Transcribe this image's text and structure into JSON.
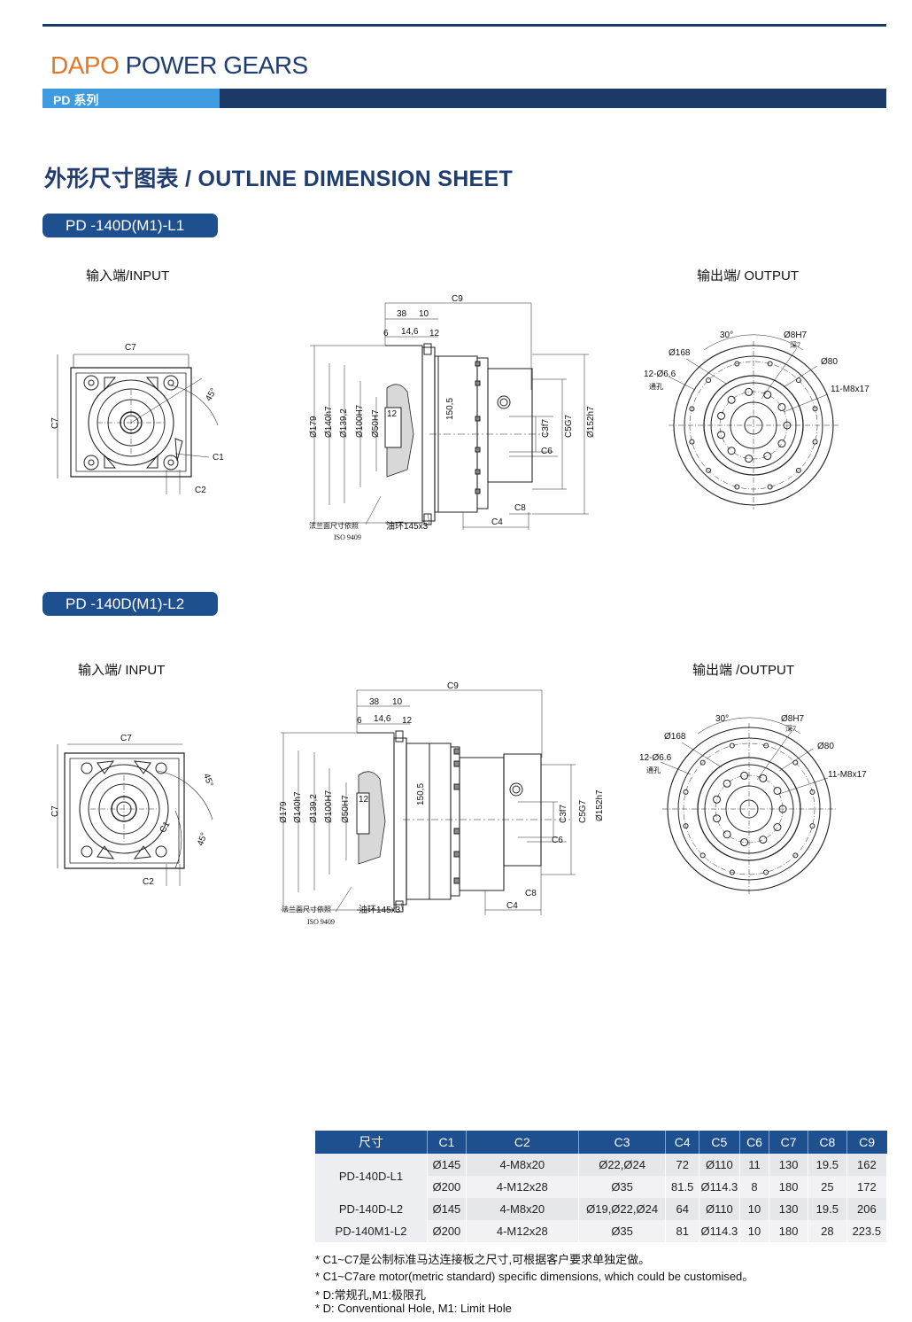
{
  "header": {
    "brand_part1": "DAPO",
    "brand_part2": " POWER GEARS",
    "series_label": "PD 系列",
    "colors": {
      "brand_orange": "#e0782a",
      "brand_navy": "#1f3d70",
      "accent_blue": "#3e9be0",
      "button_blue": "#1e4f8e"
    }
  },
  "title": "外形尺寸图表 / OUTLINE DIMENSION SHEET",
  "sections": [
    {
      "model": "PD -140D(M1)-L1",
      "input_label": "输入端/INPUT",
      "output_label": "输出端/ OUTPUT",
      "side_dims": {
        "c9": "C9",
        "d38": "38",
        "d10": "10",
        "d6": "6",
        "d14_6": "14,6",
        "d12": "12",
        "d12b": "12",
        "phi179": "Ø179",
        "phi140": "Ø140h7",
        "phi139_2": "Ø139,2",
        "phi100": "Ø100H7",
        "phi50": "Ø50H7",
        "d150_5": "150,5",
        "c3": "C3f7",
        "c5": "C5G7",
        "c6": "C6",
        "phi152": "Ø152h7",
        "c8": "C8",
        "c4": "C4",
        "flange_note": "法兰面尺寸依照",
        "iso": "ISO 9409",
        "oil_ring": "油环145x3"
      },
      "input_dims": {
        "c7_top": "C7",
        "c7_side": "C7",
        "a45": "45°",
        "c1": "C1",
        "c2": "C2"
      },
      "output_dims": {
        "a30": "30°",
        "phi8": "Ø8H7",
        "depth7": "深7",
        "phi168": "Ø168",
        "phi80": "Ø80",
        "holes": "12-Ø6.6",
        "thru": "通孔",
        "m8": "11-M8x17"
      }
    },
    {
      "model": "PD -140D(M1)-L2",
      "input_label": "输入端/ INPUT",
      "output_label": "输出端 /OUTPUT",
      "side_dims": {
        "c9": "C9",
        "d38": "38",
        "d10": "10",
        "d6": "6",
        "d14_6": "14,6",
        "d12": "12",
        "d12b": "12",
        "phi179": "Ø179",
        "phi140": "Ø140h7",
        "phi139_2": "Ø139,2",
        "phi100": "Ø100H7",
        "phi50": "Ø50H7",
        "d150_5": "150,5",
        "c3": "C3f7",
        "c5": "C5G7",
        "c6": "C6",
        "phi152": "Ø152h7",
        "c8": "C8",
        "c4": "C4",
        "flange_note": "法兰面尺寸依照",
        "iso": "ISO 9409",
        "oil_ring": "油环145x3"
      },
      "input_dims": {
        "c7_top": "C7",
        "c7_side": "C7",
        "a45": "45°",
        "a45b": "45°",
        "c1": "C1",
        "c2": "C2"
      },
      "output_dims": {
        "a30": "30°",
        "phi8": "Ø8H7",
        "depth7": "深7",
        "phi168": "Ø168",
        "phi80": "Ø80",
        "holes": "12-Ø6.6",
        "thru": "通孔",
        "m8": "11-M8x17"
      }
    }
  ],
  "table": {
    "headers": [
      "尺寸",
      "C1",
      "C2",
      "C3",
      "C4",
      "C5",
      "C6",
      "C7",
      "C8",
      "C9"
    ],
    "rows": [
      {
        "model": "PD-140D-L1",
        "cells": [
          "Ø145",
          "4-M8x20",
          "Ø22,Ø24",
          "72",
          "Ø110",
          "11",
          "130",
          "19.5",
          "162"
        ]
      },
      {
        "model": "",
        "cells": [
          "Ø200",
          "4-M12x28",
          "Ø35",
          "81.5",
          "Ø114.3",
          "8",
          "180",
          "25",
          "172"
        ]
      },
      {
        "model": "PD-140D-L2",
        "cells": [
          "Ø145",
          "4-M8x20",
          "Ø19,Ø22,Ø24",
          "64",
          "Ø110",
          "10",
          "130",
          "19.5",
          "206"
        ]
      },
      {
        "model": "PD-140M1-L2",
        "cells": [
          "Ø200",
          "4-M12x28",
          "Ø35",
          "81",
          "Ø114.3",
          "10",
          "180",
          "28",
          "223.5"
        ]
      }
    ]
  },
  "notes": [
    "* C1~C7是公制标准马达连接板之尺寸,可根据客户要求单独定做。",
    "* C1~C7are motor(metric standard)  specific dimensions, which could be customised。",
    "* D:常规孔,M1:极限孔",
    "* D: Conventional Hole, M1: Limit Hole"
  ]
}
